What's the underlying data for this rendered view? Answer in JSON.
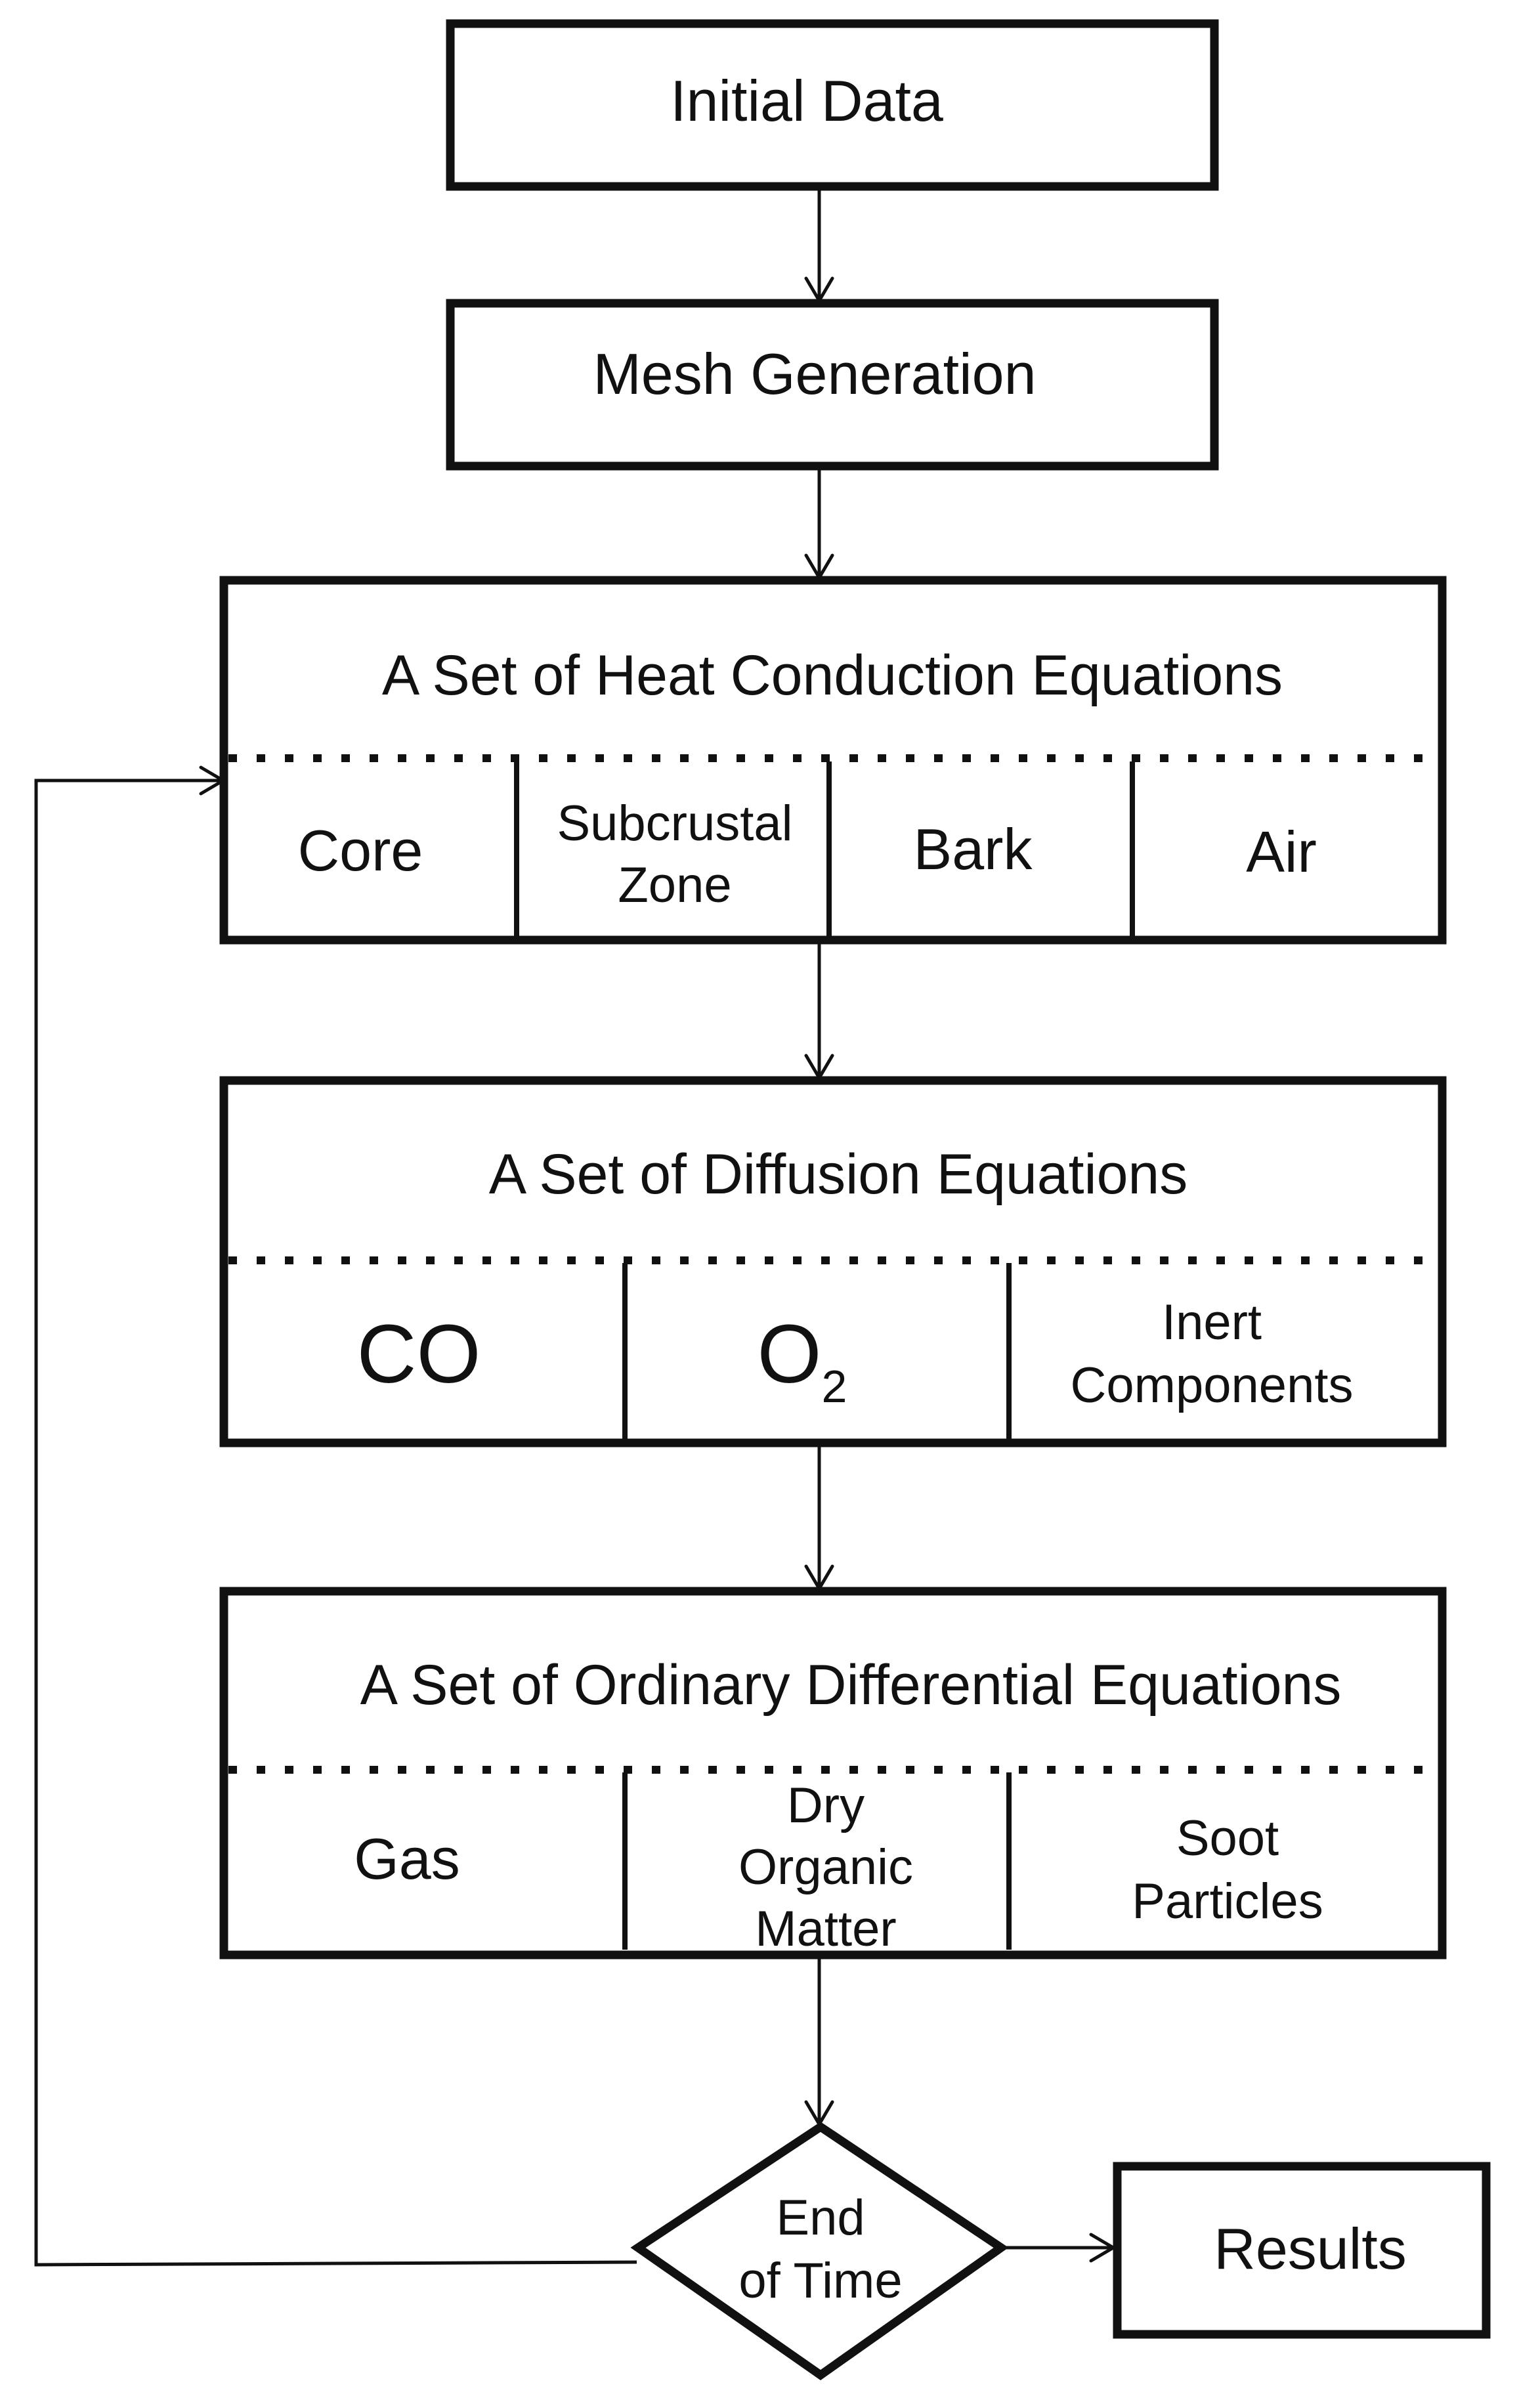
{
  "nodes": {
    "initial_data": {
      "label": "Initial Data"
    },
    "mesh_generation": {
      "label": "Mesh Generation"
    },
    "heat_conduction": {
      "title": "A Set of Heat Conduction Equations",
      "cells": {
        "core": "Core",
        "subcrustal_line1": "Subcrustal",
        "subcrustal_line2": "Zone",
        "bark": "Bark",
        "air": "Air"
      }
    },
    "diffusion": {
      "title": "A Set of Diffusion Equations",
      "cells": {
        "co": "CO",
        "o2_base": "O",
        "o2_subscript": "2",
        "inert_line1": "Inert",
        "inert_line2": "Components"
      }
    },
    "ode": {
      "title": "A Set of Ordinary Differential Equations",
      "cells": {
        "gas": "Gas",
        "dry_line1": "Dry",
        "dry_line2": "Organic",
        "dry_line3": "Matter",
        "soot_line1": "Soot",
        "soot_line2": "Particles"
      }
    },
    "decision": {
      "line1": "End",
      "line2": "of Time"
    },
    "results": {
      "label": "Results"
    }
  },
  "colors": {
    "stroke": "#111111",
    "background": "#ffffff"
  }
}
